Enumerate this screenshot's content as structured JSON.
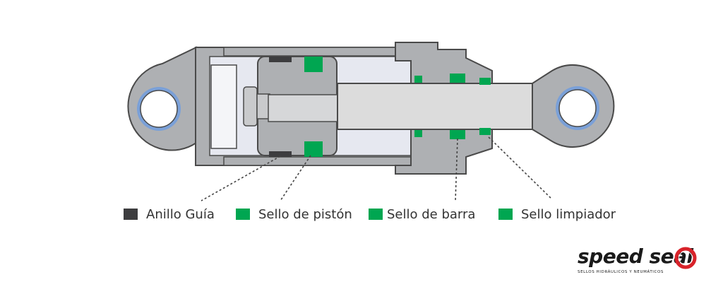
{
  "colors": {
    "body_gray": "#aeb0b3",
    "outline": "#4a4a4a",
    "chamber": "#e6e8f0",
    "rod": "#dcdcdc",
    "guide_ring": "#3d3d3f",
    "seal_green": "#00a651",
    "bearing_blue": "#7aa0d8",
    "brand_red": "#d8232a"
  },
  "legend": [
    {
      "label": "Anillo Guía",
      "color": "#3d3d3f",
      "icon": "dark-square-icon"
    },
    {
      "label": "Sello de pistón",
      "color": "#00a651",
      "icon": "green-square-icon"
    },
    {
      "label": "Sello de barra",
      "color": "#00a651",
      "icon": "green-square-icon"
    },
    {
      "label": "Sello limpiador",
      "color": "#00a651",
      "icon": "green-square-icon"
    }
  ],
  "brand": {
    "name": "speed seal",
    "tagline": "SELLOS HIDRÁULICOS Y NEUMÁTICOS",
    "icon": "ring-logo-icon"
  }
}
